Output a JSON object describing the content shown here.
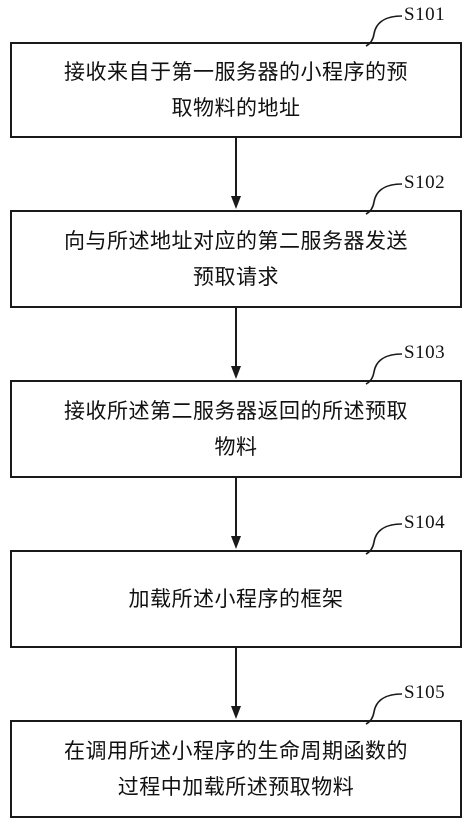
{
  "steps": [
    {
      "label": "S101",
      "text": "接收来自于第一服务器的小程序的预\n取物料的地址"
    },
    {
      "label": "S102",
      "text": "向与所述地址对应的第二服务器发送\n预取请求"
    },
    {
      "label": "S103",
      "text": "接收所述第二服务器返回的所述预取\n物料"
    },
    {
      "label": "S104",
      "text": "加载所述小程序的框架"
    },
    {
      "label": "S105",
      "text": "在调用所述小程序的生命周期函数的\n过程中加载所述预取物料"
    }
  ]
}
